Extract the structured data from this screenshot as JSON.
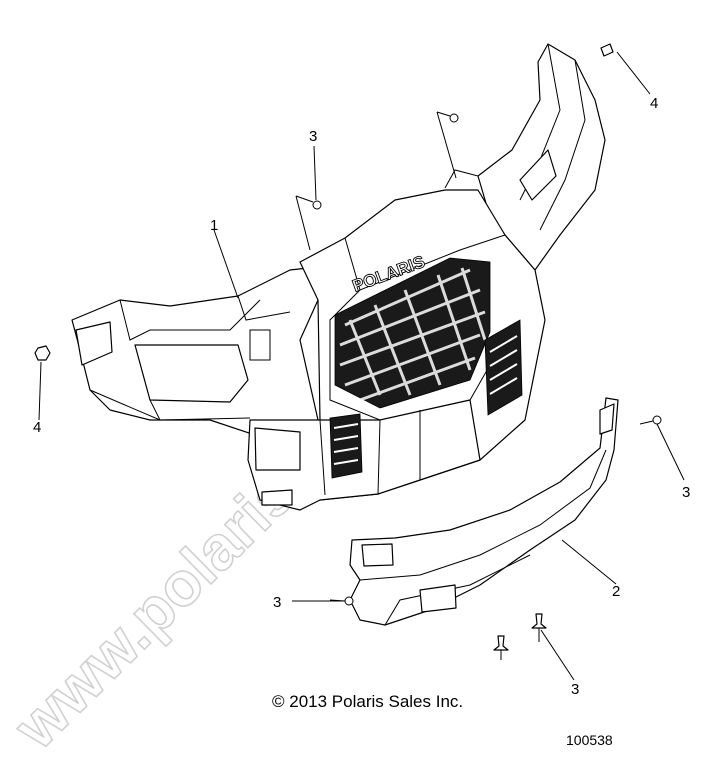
{
  "diagram": {
    "callouts": [
      {
        "id": "c1",
        "text": "1"
      },
      {
        "id": "c2",
        "text": "2"
      },
      {
        "id": "c3a",
        "text": "3"
      },
      {
        "id": "c3b",
        "text": "3"
      },
      {
        "id": "c3c",
        "text": "3"
      },
      {
        "id": "c3d",
        "text": "3"
      },
      {
        "id": "c4a",
        "text": "4"
      },
      {
        "id": "c4b",
        "text": "4"
      }
    ],
    "brand_mark": "POLARIS",
    "copyright": "© 2013 Polaris Sales Inc.",
    "figure_number": "100538",
    "watermark": "www.polaris-teile.de"
  }
}
